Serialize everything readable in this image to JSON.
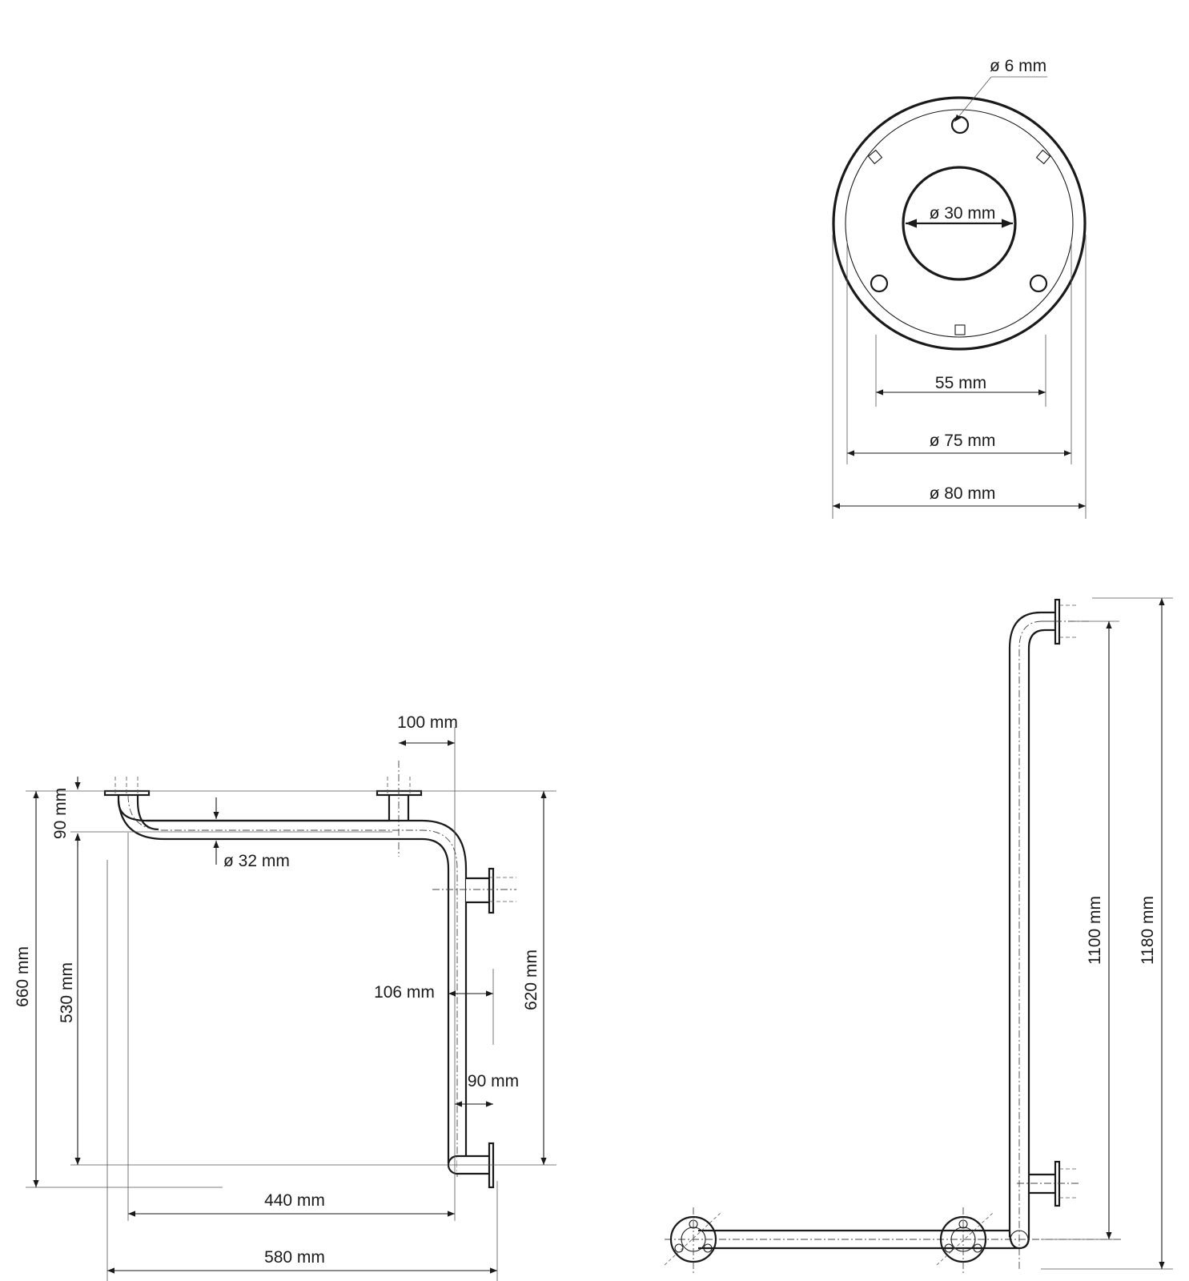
{
  "rosette_view": {
    "hole_diameter": "ø 6 mm",
    "inner_diameter": "ø 30 mm",
    "hole_spacing": "55 mm",
    "plate_inner_diameter": "ø 75 mm",
    "plate_outer_diameter": "ø 80 mm"
  },
  "front_view": {
    "wall_offset_top": "100 mm",
    "tube_rise": "90 mm",
    "tube_diameter": "ø 32 mm",
    "total_height": "660 mm",
    "lower_height": "530 mm",
    "side_offset": "106 mm",
    "right_height": "620 mm",
    "wall_offset_bottom": "90 mm",
    "inner_width": "440 mm",
    "total_width": "580 mm"
  },
  "side_view": {
    "inner_height": "1100 mm",
    "total_height": "1180 mm"
  }
}
